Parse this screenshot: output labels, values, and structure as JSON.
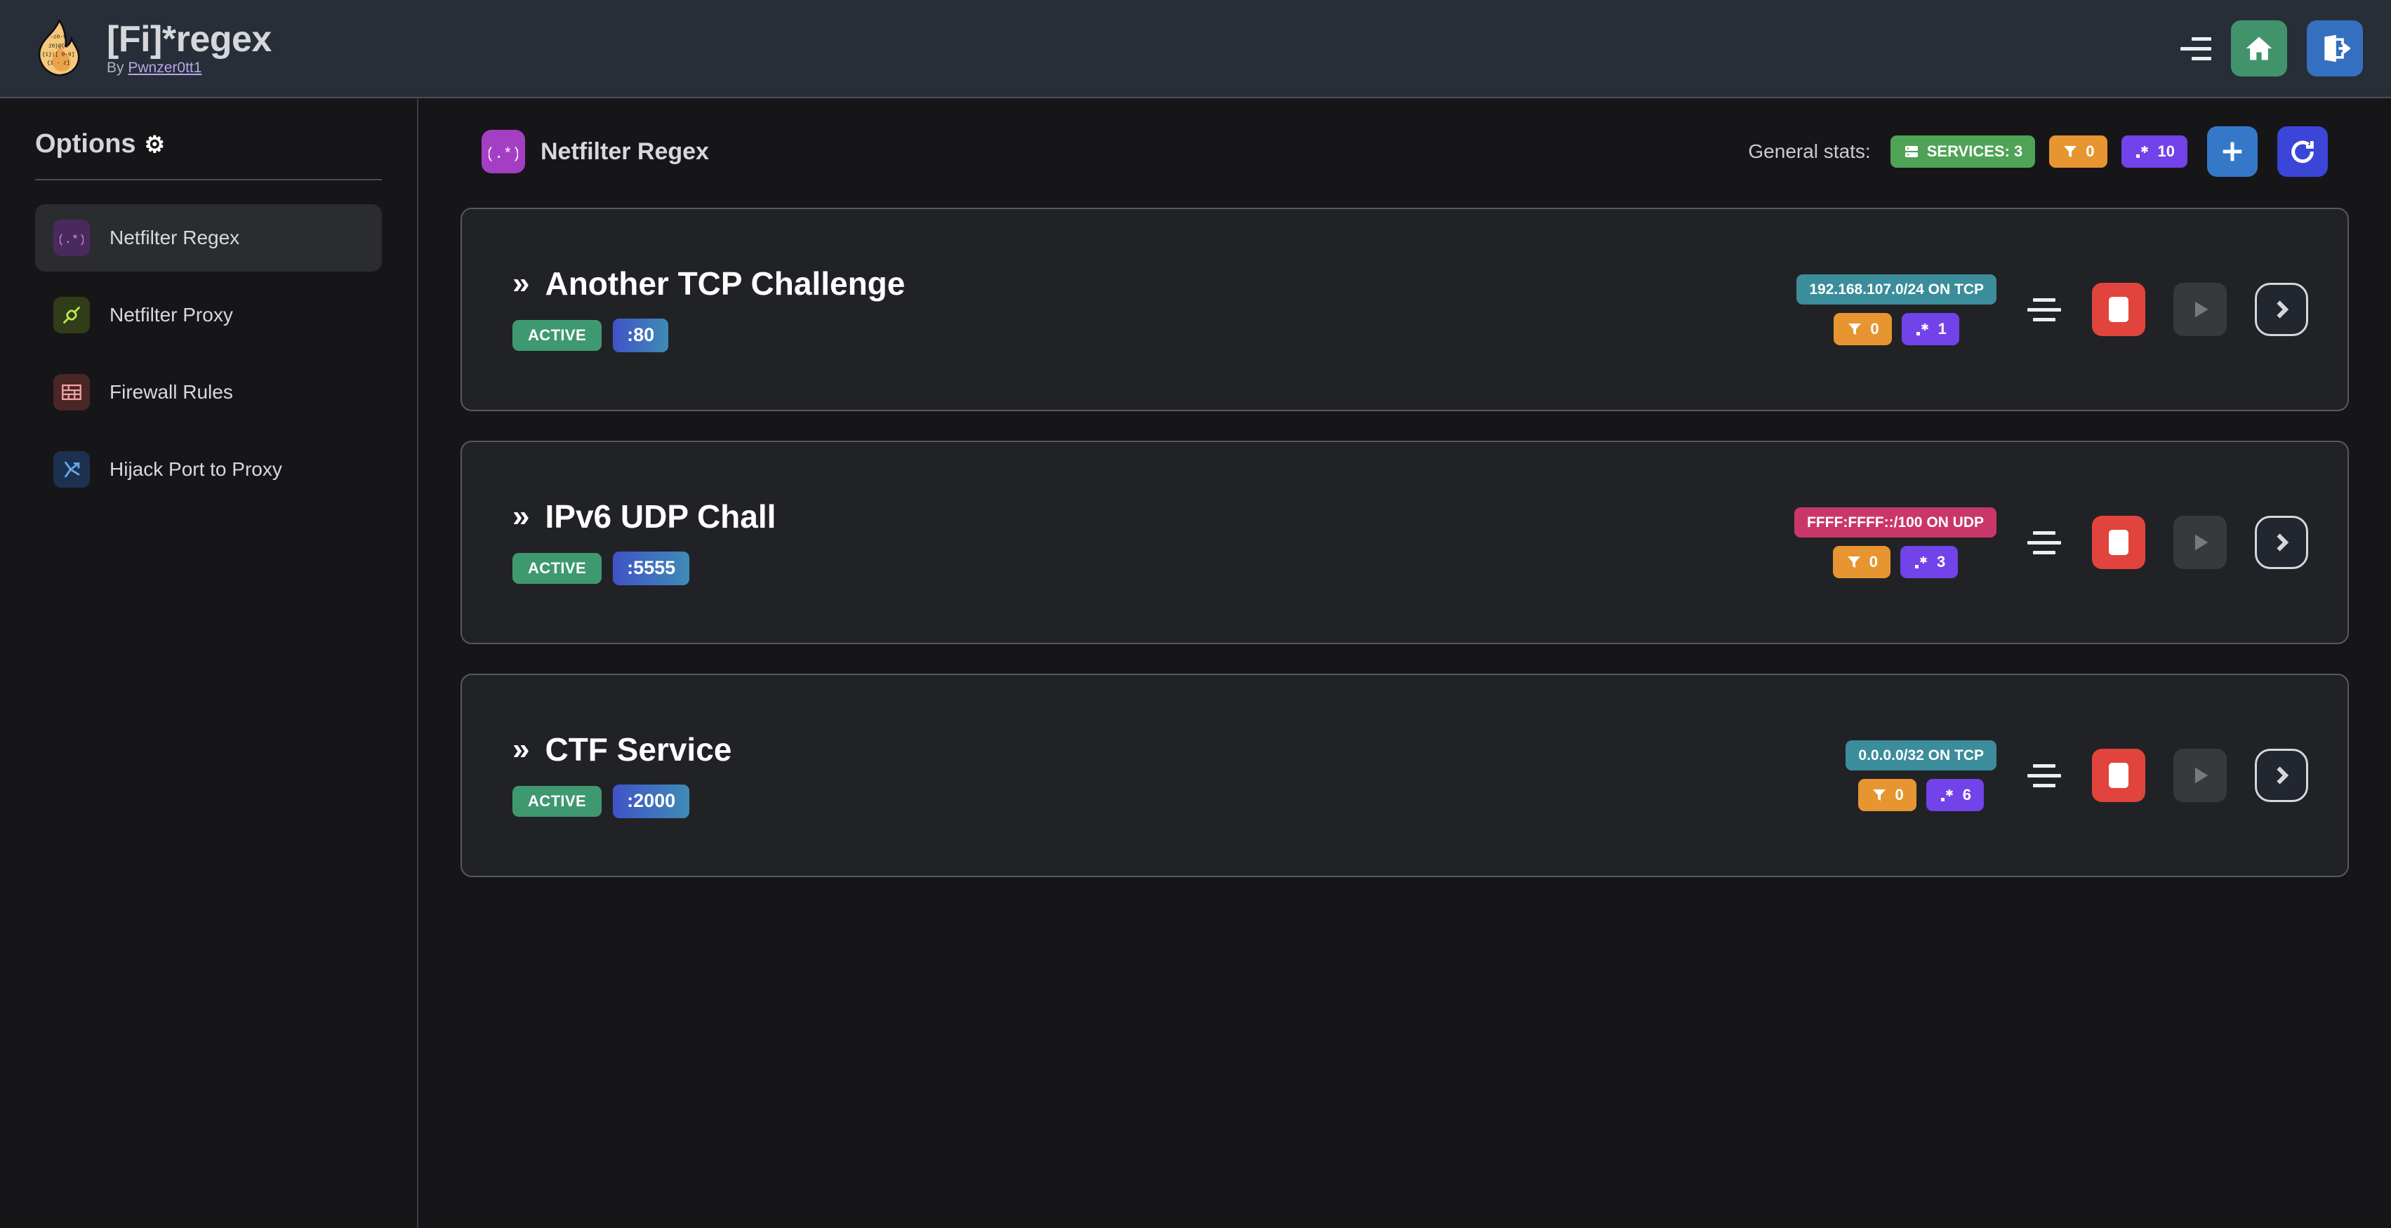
{
  "header": {
    "title": "[Fi]*regex",
    "by_prefix": "By",
    "author": "Pwnzer0tt1",
    "menu_icon": "hamburger-menu-icon",
    "home_icon": "home-icon",
    "logout_icon": "logout-icon",
    "colors": {
      "bar": "#272e38",
      "home": "#41936c",
      "logout": "#3470bf"
    }
  },
  "sidebar": {
    "title": "Options",
    "gear_icon": "gear-icon",
    "items": [
      {
        "label": "Netfilter Regex",
        "icon": "regex-icon",
        "active": true
      },
      {
        "label": "Netfilter Proxy",
        "icon": "plug-icon",
        "active": false
      },
      {
        "label": "Firewall Rules",
        "icon": "brick-wall-icon",
        "active": false
      },
      {
        "label": "Hijack Port to Proxy",
        "icon": "fork-arrow-icon",
        "active": false
      }
    ]
  },
  "main": {
    "page_title": "Netfilter Regex",
    "page_icon": "regex-icon",
    "stats_label": "General stats:",
    "stats": [
      {
        "label": "SERVICES: 3",
        "icon": "server-icon",
        "color": "#4fa356"
      },
      {
        "label": "0",
        "icon": "filter-icon",
        "color": "#e79531"
      },
      {
        "label": "10",
        "icon": "regex-icon",
        "color": "#7143e8"
      }
    ],
    "add_label": "+",
    "add_icon": "plus-icon",
    "refresh_icon": "refresh-icon"
  },
  "services": [
    {
      "name": "Another TCP Challenge",
      "status": "ACTIVE",
      "port": ":80",
      "network": "192.168.107.0/24 ON TCP",
      "proto": "tcp",
      "filters": "0",
      "regexes": "1"
    },
    {
      "name": "IPv6 UDP Chall",
      "status": "ACTIVE",
      "port": ":5555",
      "network": "FFFF:FFFF::/100 ON UDP",
      "proto": "udp",
      "filters": "0",
      "regexes": "3"
    },
    {
      "name": "CTF Service",
      "status": "ACTIVE",
      "port": ":2000",
      "network": "0.0.0.0/32 ON TCP",
      "proto": "tcp",
      "filters": "0",
      "regexes": "6"
    }
  ]
}
